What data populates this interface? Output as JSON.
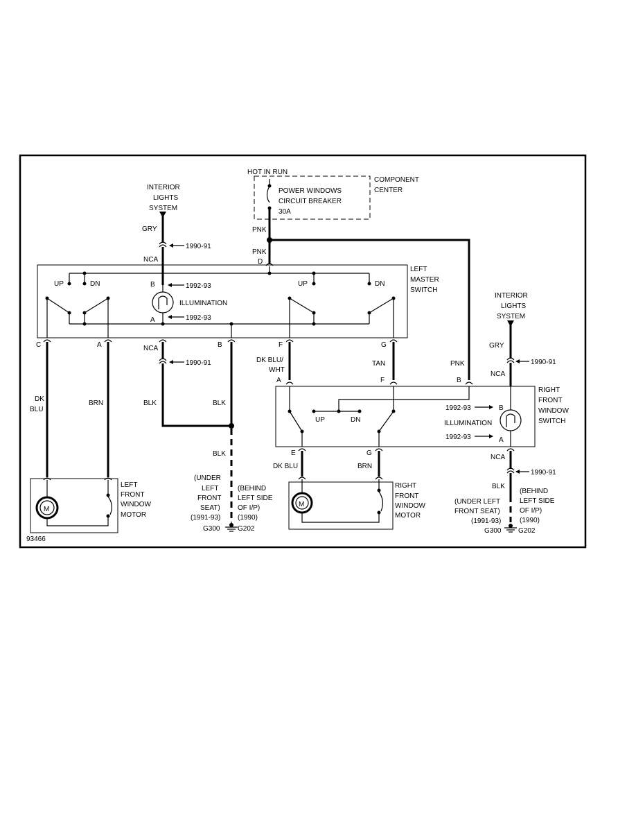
{
  "labels": {
    "hot_in_run": "HOT IN RUN",
    "component_center": [
      "COMPONENT",
      "CENTER"
    ],
    "breaker": [
      "POWER WINDOWS",
      "CIRCUIT BREAKER",
      "30A"
    ],
    "interior_lights_left": [
      "INTERIOR",
      "LIGHTS",
      "SYSTEM"
    ],
    "interior_lights_right": [
      "INTERIOR",
      "LIGHTS",
      "SYSTEM"
    ],
    "left_master_switch": [
      "LEFT",
      "MASTER",
      "SWITCH"
    ],
    "right_front_switch": [
      "RIGHT",
      "FRONT",
      "WINDOW",
      "SWITCH"
    ],
    "left_motor": [
      "LEFT",
      "FRONT",
      "WINDOW",
      "MOTOR"
    ],
    "right_motor": [
      "RIGHT",
      "FRONT",
      "WINDOW",
      "MOTOR"
    ],
    "motor_symbol": "M",
    "illumination": "ILLUMINATION",
    "up": "UP",
    "dn": "DN",
    "year_1990_91": "1990-91",
    "year_1992_93": "1992-93",
    "wire_gry": "GRY",
    "wire_pnk": "PNK",
    "wire_nca": "NCA",
    "wire_blk": "BLK",
    "wire_tan": "TAN",
    "wire_brn": "BRN",
    "wire_dk": "DK",
    "wire_blu": "BLU",
    "wire_dk_blu": "DK BLU",
    "wire_dk_blu_wht": [
      "DK BLU/",
      "WHT"
    ],
    "pin_a": "A",
    "pin_b": "B",
    "pin_c": "C",
    "pin_d": "D",
    "pin_e": "E",
    "pin_f": "F",
    "pin_g": "G",
    "ground_left_under": [
      "(UNDER",
      "LEFT",
      "FRONT",
      "SEAT)",
      "(1991-93)"
    ],
    "ground_left_behind": [
      "(BEHIND",
      "LEFT SIDE",
      "OF I/P)",
      "(1990)"
    ],
    "ground_right_under": [
      "(UNDER LEFT",
      "FRONT SEAT)",
      "(1991-93)"
    ],
    "ground_right_behind": [
      "(BEHIND",
      "LEFT SIDE",
      "OF I/P)",
      "(1990)"
    ],
    "g300": "G300",
    "g202": "G202",
    "figure_id": "93466"
  }
}
